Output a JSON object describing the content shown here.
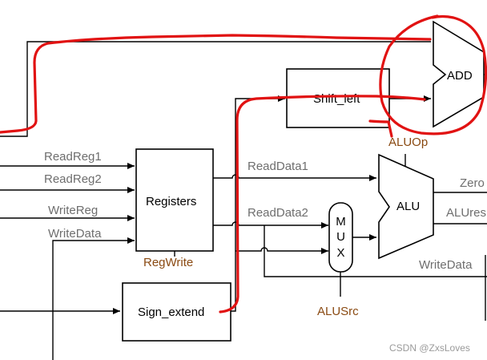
{
  "blocks": {
    "add": "ADD",
    "shift_left": "Shift_left",
    "registers": "Registers",
    "alu": "ALU",
    "mux": [
      "M",
      "U",
      "X"
    ],
    "sign_extend": "Sign_extend"
  },
  "signals": {
    "read_reg1": "ReadReg1",
    "read_reg2": "ReadReg2",
    "write_reg": "WriteReg",
    "write_data_in": "WriteData",
    "read_data1": "ReadData1",
    "read_data2": "ReadData2",
    "zero": "Zero",
    "alu_result": "ALUres",
    "write_data_out": "WriteData"
  },
  "control": {
    "reg_write": "RegWrite",
    "alu_op": "ALUOp",
    "alu_src": "ALUSrc"
  },
  "watermark": "CSDN @ZxsLoves",
  "colors": {
    "annotation": "#e11212",
    "control_text": "#8a4a12",
    "signal_text": "#6e6e6e"
  }
}
